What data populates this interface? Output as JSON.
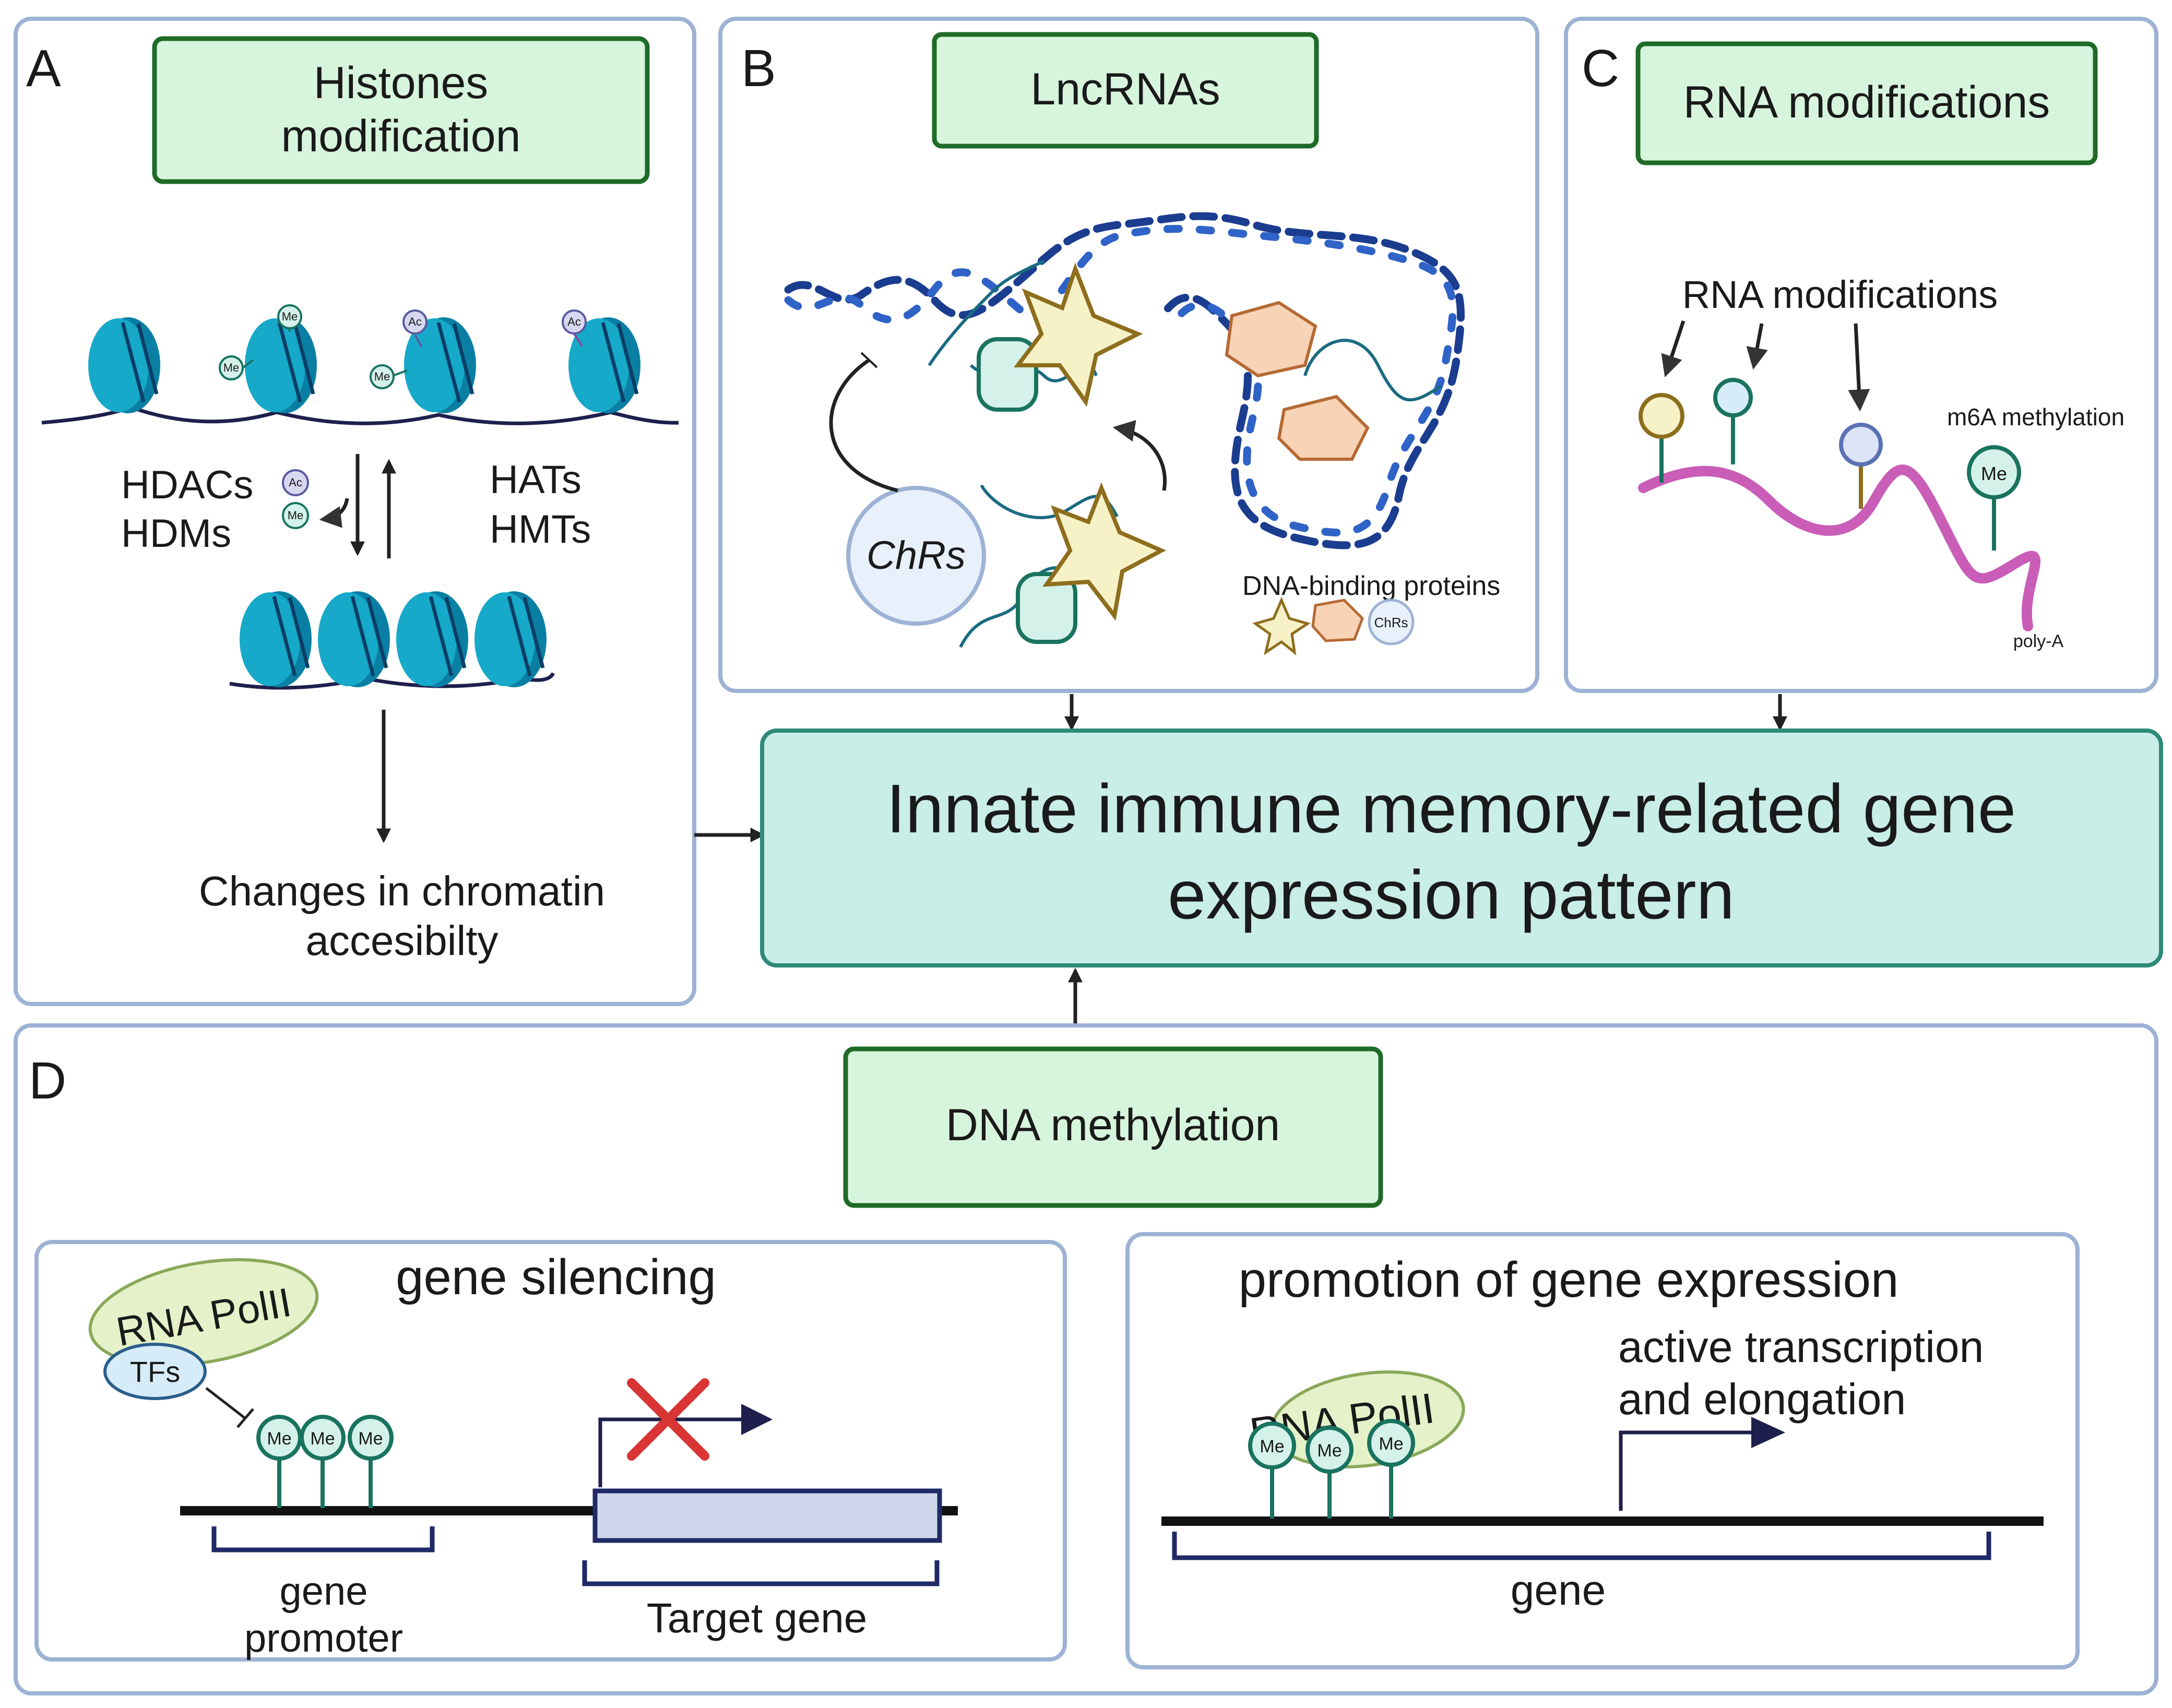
{
  "panel_a": {
    "letter": "A",
    "title_line1": "Histones",
    "title_line2": "modification",
    "enzymes_left_1": "HDACs",
    "enzymes_left_2": "HDMs",
    "enzymes_right_1": "HATs",
    "enzymes_right_2": "HMTs",
    "mark_ac": "Ac",
    "mark_me": "Me",
    "outcome_line1": "Changes in chromatin",
    "outcome_line2": "accesibilty"
  },
  "panel_b": {
    "letter": "B",
    "title": "LncRNAs",
    "chrs_label": "ChRs",
    "legend_label": "DNA-binding proteins",
    "legend_chrs": "ChRs"
  },
  "panel_c": {
    "letter": "C",
    "title": "RNA modifications",
    "mods_label": "RNA modifications",
    "m6a_label": "m6A methylation",
    "me_mark": "Me",
    "polya_label": "poly-A"
  },
  "central": {
    "line1": "Innate immune memory-related gene",
    "line2": "expression pattern"
  },
  "panel_d": {
    "letter": "D",
    "title": "DNA methylation",
    "silencing": {
      "title": "gene silencing",
      "polii": "RNA PolII",
      "tfs": "TFs",
      "me": "Me",
      "promoter_line1": "gene",
      "promoter_line2": "promoter",
      "target": "Target gene"
    },
    "promotion": {
      "title": "promotion of gene expression",
      "active_line1": "active transcription",
      "active_line2": "and elongation",
      "polii": "RNA PolII",
      "me": "Me",
      "gene": "gene"
    }
  },
  "colors": {
    "panel_border": "#9db2d4",
    "title_box_fill": "#d7f5dc",
    "title_box_border": "#1e6b28",
    "central_fill": "#c9ede7",
    "central_border": "#2e8a79",
    "nucleosome": "#16a9c9",
    "dna_helix": "#1b3d8f",
    "rna_strand": "#c95db8",
    "me_circle": "#19735f",
    "block_cross": "#d93535"
  }
}
